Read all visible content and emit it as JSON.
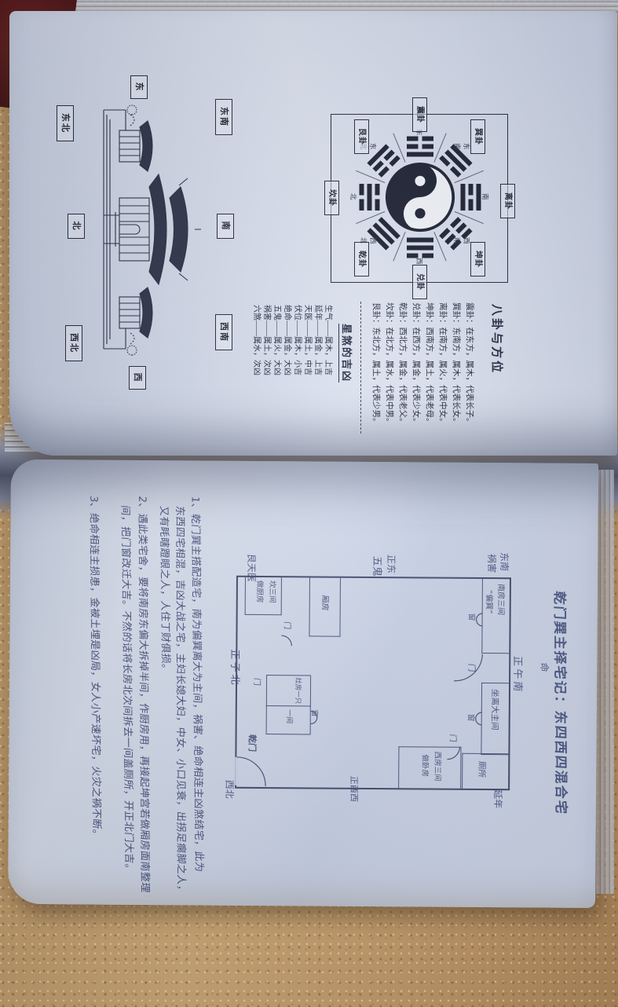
{
  "photo": {
    "description": "open book lying sideways on speckled tan countertop",
    "page_color": "#cdd6e8",
    "table_color": "#c59c66",
    "ink_color": "#1b2030",
    "handwriting_color": "#45507c",
    "cover_color": "#4a1111"
  },
  "top_page": {
    "bagua": {
      "box_labels": [
        "离卦",
        "坤卦",
        "兑卦",
        "乾卦",
        "坎卦",
        "艮卦",
        "震卦",
        "巽卦"
      ],
      "direction_labels": [
        "南",
        "西南",
        "西",
        "西北",
        "北",
        "东北",
        "东",
        "东南"
      ]
    },
    "section1": {
      "heading": "八卦与方位",
      "lines": [
        "震卦：在东方，属木，代表长子。",
        "巽卦：东南方，属木，代表长女。",
        "离卦：在南方，属火，代表中女。",
        "坤卦：西南方，属土，代表老母。",
        "兑卦：在西方，属金，代表少女。",
        "乾卦：西北方，属金，代表老父。",
        "坎卦：在北方，属水，代表中男。",
        "艮卦：东北方，属土，代表少男。"
      ]
    },
    "section2": {
      "heading": "星煞的吉凶",
      "lines": [
        "生气——属木，上吉",
        "延年——属金，上吉",
        "天医——属土，中吉",
        "伏位——属木，小吉",
        "绝命——属金，大凶",
        "五鬼——属火，大凶",
        "祸害——属土，次凶",
        "六煞——属水，次凶"
      ]
    },
    "temple": {
      "direction_boxes": [
        "东南",
        "南",
        "西南",
        "东",
        "西",
        "东北",
        "北",
        "西北"
      ]
    }
  },
  "bottom_page": {
    "title": "乾门巽主择宅记：东四西四混合宅",
    "plan": {
      "room_south1_l1": "南房三间",
      "room_south1_l2": "“偏巽”",
      "room_master": "坐离大主间",
      "room_corner": "厕所",
      "room_east": "厢房",
      "room_kitchen_l1": "坎三间",
      "room_kitchen_l2": "做厨房",
      "room_cluster_a": "灶房一只",
      "room_cluster_b": "一间",
      "room_west_l1": "西房三间",
      "room_west_l2": "做卧房",
      "gate": "乾门",
      "door": "门",
      "window": "窗",
      "compass_south": "正午南",
      "compass_north": "正子北",
      "compass_west": "正酉西",
      "corner_nw": "西北",
      "ann_se_1": "东南",
      "ann_se_2": "祸害",
      "ann_e_1": "正东",
      "ann_e_2": "五鬼",
      "ann_ne": "艮天医",
      "ann_s": "命",
      "ann_sw": "延年"
    },
    "notes": [
      "1、乾门巽主搭配造宅，南为偏巽离大为主间，祸害、绝命相连主凶煞结宅，此为",
      "东西四宅相混，吉凶大战之宅，主妇长媳大妇，中女、小口见衰，出拐足瘸脚之人，",
      "又有眊瞎蹬眼之人，人住丁财俱损。",
      "2、遇此类宅舍，要将南房东偏大拆掉半间，作厨房用，再接起坤宫若做厢房面南整理",
      "间，把门窗改迁大吉。不然的话将长房北次间拆去一间盖厕所，开正北门大吉。",
      "3、绝命相连主损患，金被土埋是凶局，女人小产速坏宅，火灾之祸不断。"
    ]
  }
}
